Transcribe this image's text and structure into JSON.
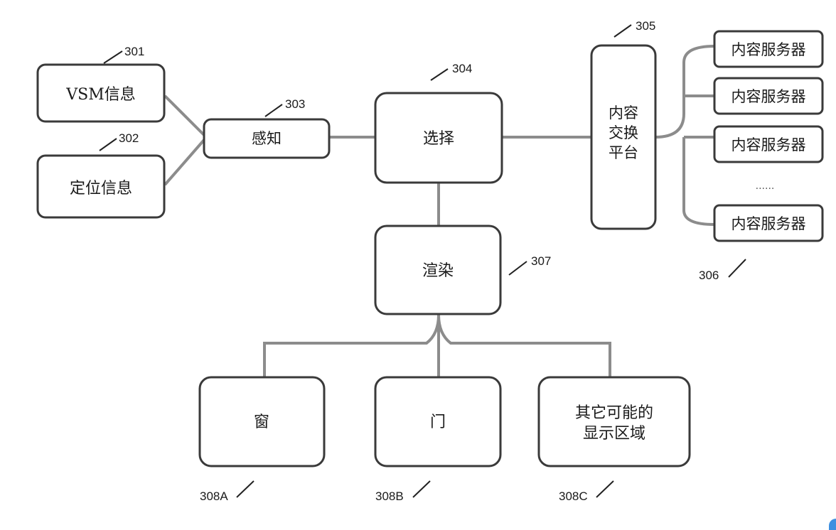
{
  "nodes": {
    "vsm_info": "VSM信息",
    "location_info": "定位信息",
    "sensing": "感知",
    "selection": "选择",
    "exchange_platform": [
      "内容",
      "交换",
      "平台"
    ],
    "content_servers": [
      "内容服务器",
      "内容服务器",
      "内容服务器",
      "内容服务器"
    ],
    "ellipsis": "......",
    "rendering": "渲染",
    "window": "窗",
    "door": "门",
    "other_display": [
      "其它可能的",
      "显示区域"
    ]
  },
  "refs": {
    "r301": "301",
    "r302": "302",
    "r303": "303",
    "r304": "304",
    "r305": "305",
    "r306": "306",
    "r307": "307",
    "r308a": "308A",
    "r308b": "308B",
    "r308c": "308C"
  }
}
